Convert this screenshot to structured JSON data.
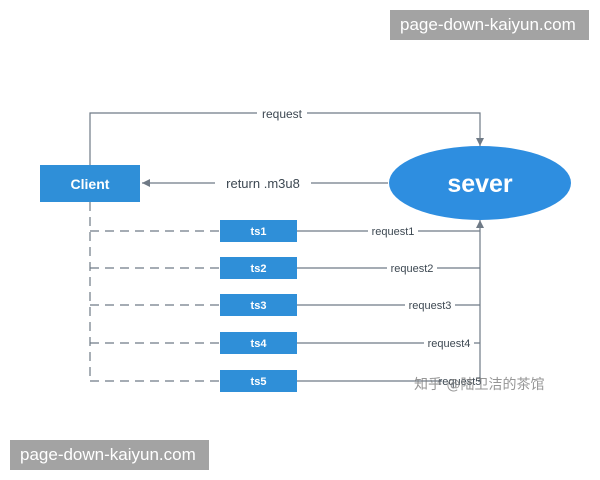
{
  "diagram": {
    "client_label": "Client",
    "server_label": "sever",
    "top_request_label": "request",
    "return_label": "return .m3u8",
    "segments": [
      {
        "label": "ts1",
        "request_label": "request1"
      },
      {
        "label": "ts2",
        "request_label": "request2"
      },
      {
        "label": "ts3",
        "request_label": "request3"
      },
      {
        "label": "ts4",
        "request_label": "request4"
      },
      {
        "label": "ts5",
        "request_label": "request5"
      }
    ]
  },
  "watermarks": {
    "top": "page-down-kaiyun.com",
    "bottom": "page-down-kaiyun.com",
    "zhihu": "知乎 @陆卫洁的茶馆"
  },
  "colors": {
    "box_blue": "#2f8fd8",
    "ellipse_blue": "#2e8ee0",
    "line_gray": "#6f7a86",
    "text_dark": "#3d4852"
  }
}
